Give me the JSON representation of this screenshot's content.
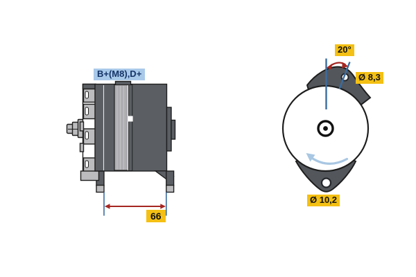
{
  "title": "Alternator technical drawing (side view and rear view)",
  "colors": {
    "background": "#ffffff",
    "outline": "#1e1e1e",
    "body_dark_gray": "#5b5f64",
    "body_light_gray": "#aeaeb2",
    "rib_gray": "#bcbcbe",
    "lug_gray": "#53575c",
    "label_yellow_bg": "#f4c013",
    "label_blue_bg": "#a9c9e9",
    "label_blue_text": "#153468",
    "dimension_blue": "#3a6ca0",
    "dimension_red": "#a52621",
    "rotation_arrow_blue": "#a8c7e3"
  },
  "side_view": {
    "terminal_label": "B+(M8),D+",
    "width_dimension": "66"
  },
  "rear_view": {
    "mount_angle": "20°",
    "top_hole_diameter": "Ø 8,3",
    "bottom_hole_diameter": "Ø 10,2"
  }
}
